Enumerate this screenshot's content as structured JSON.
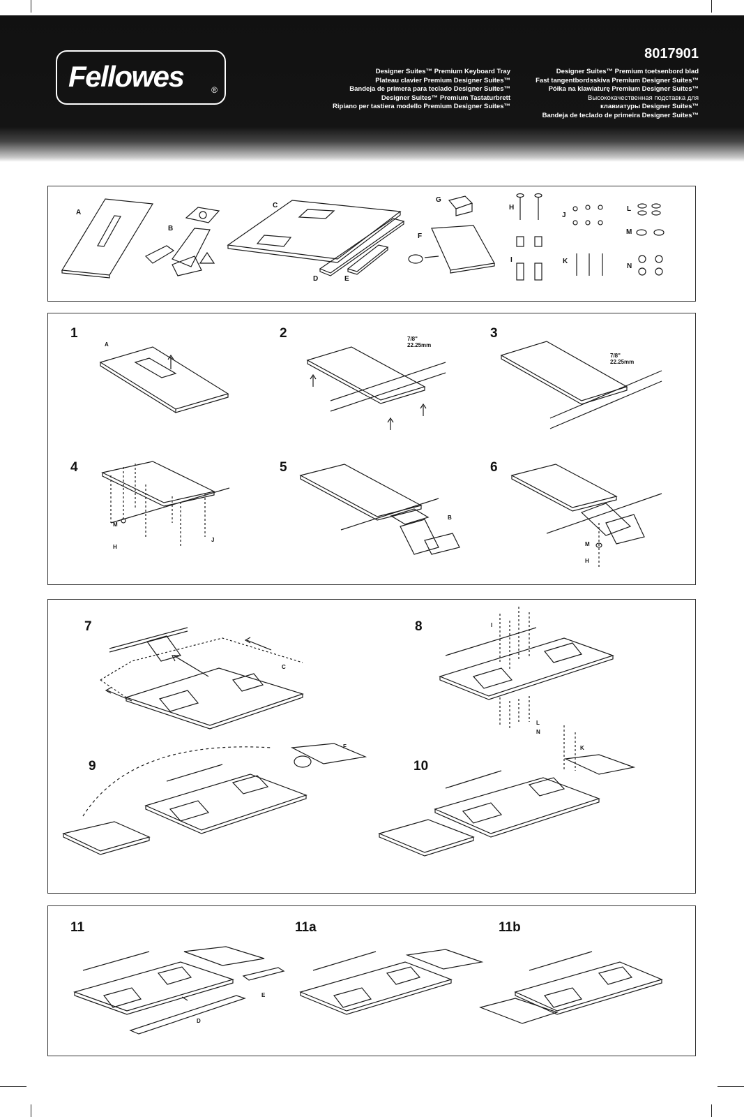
{
  "header": {
    "brand": "Fellowes",
    "registered_mark": "®",
    "model_number": "8017901",
    "titles_left": [
      "Designer Suites™ Premium Keyboard Tray",
      "Plateau clavier Premium Designer Suites™",
      "Bandeja de primera para teclado Designer Suites™",
      "Designer Suites™ Premium Tastaturbrett",
      "Ripiano per tastiera modello Premium Designer Suites™"
    ],
    "titles_right": [
      "Designer Suites™ Premium toetsenbord blad",
      "Fast tangentbordsskiva Premium Designer Suites™",
      "Półka na klawiaturę Premium Designer Suites™",
      "Высококачественная подставка для",
      "клавиатуры Designer Suites™",
      "Bandeja de teclado de primeira Designer Suites™"
    ]
  },
  "parts": {
    "labels": {
      "a": "A",
      "b": "B",
      "c": "C",
      "d": "D",
      "e": "E",
      "f": "F",
      "g": "G",
      "h": "H",
      "i": "I",
      "j": "J",
      "k": "K",
      "l": "L",
      "m": "M",
      "n": "N"
    }
  },
  "steps": {
    "s1": "1",
    "s2": "2",
    "s3": "3",
    "s4": "4",
    "s5": "5",
    "s6": "6",
    "s7": "7",
    "s8": "8",
    "s9": "9",
    "s10": "10",
    "s11": "11",
    "s11a": "11a",
    "s11b": "11b"
  },
  "step_labels": {
    "s1_a": "A",
    "s2_dim": "7/8\"",
    "s2_mm": "22.25mm",
    "s3_dim": "7/8\"",
    "s3_mm": "22.25mm",
    "s4_m": "M",
    "s4_h": "H",
    "s4_j": "J",
    "s5_b": "B",
    "s6_m": "M",
    "s6_h": "H",
    "s7_c": "C",
    "s8_i": "I",
    "s8_l": "L",
    "s8_n": "N",
    "s8_k": "K",
    "s9_f": "F",
    "s11_e": "E",
    "s11_d": "D"
  },
  "colors": {
    "header_bg": "#141414",
    "line": "#1a1a1a"
  }
}
